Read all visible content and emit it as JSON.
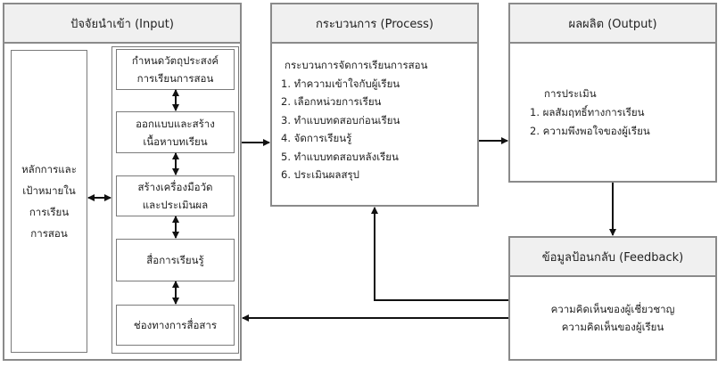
{
  "input": {
    "title": "ปัจจัยนำเข้า (Input)",
    "principles": [
      "หลักการและ",
      "เป้าหมายใน",
      "การเรียน",
      "การสอน"
    ],
    "steps": [
      [
        "กำหนดวัตถุประสงค์",
        "การเรียนการสอน"
      ],
      [
        "ออกแบบและสร้าง",
        "เนื้อหาบทเรียน"
      ],
      [
        "สร้างเครื่องมือวัด",
        "และประเมินผล"
      ],
      [
        "สื่อการเรียนรู้"
      ],
      [
        "ช่องทางการสื่อสาร"
      ]
    ]
  },
  "process": {
    "title": "กระบวนการ (Process)",
    "heading": "กระบวนการจัดการเรียนการสอน",
    "items": [
      "1. ทำความเข้าใจกับผู้เรียน",
      "2. เลือกหน่วยการเรียน",
      "3. ทำแบบทดสอบก่อนเรียน",
      "4. จัดการเรียนรู้",
      "5. ทำแบบทดสอบหลังเรียน",
      "6. ประเมินผลสรุป"
    ]
  },
  "output": {
    "title": "ผลผลิต (Output)",
    "heading": "การประเมิน",
    "items": [
      "1. ผลสัมฤทธิ์ทางการเรียน",
      "2. ความพึงพอใจของผู้เรียน"
    ]
  },
  "feedback": {
    "title": "ข้อมูลป้อนกลับ (Feedback)",
    "items": [
      "ความคิดเห็นของผู้เชี่ยวชาญ",
      "ความคิดเห็นของผู้เรียน"
    ]
  },
  "colors": {
    "header_bg": "#f0f0f0",
    "border": "#8a8a8a",
    "arrow": "#111111"
  }
}
